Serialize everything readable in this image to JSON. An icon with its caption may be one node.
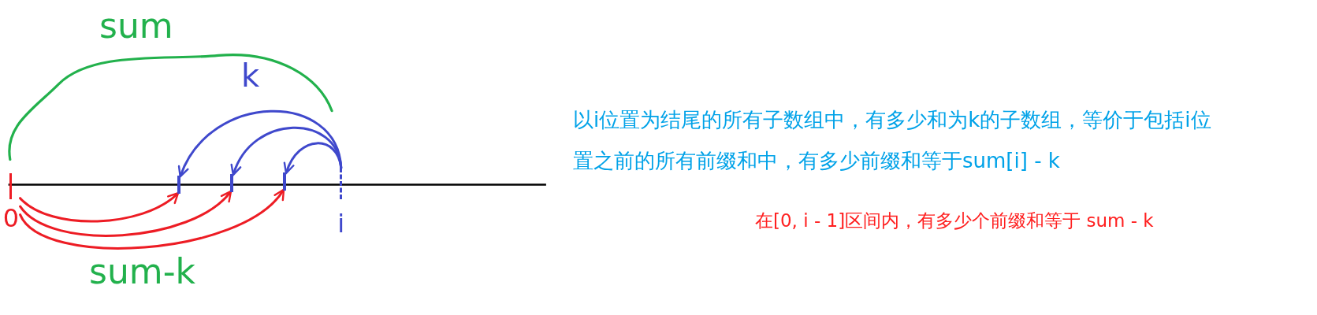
{
  "diagram": {
    "nodes": [
      {
        "text": [
          "0"
        ]
      },
      {
        "text": [
          "i"
        ]
      },
      {
        "text": [],
        "shape": "bar"
      },
      {
        "text": [],
        "shape": "bar"
      },
      {
        "text": [],
        "shape": "bar"
      }
    ],
    "edges": [
      {
        "from": 0,
        "to": 2,
        "arrow": "to",
        "color": "#ed1c24"
      },
      {
        "from": 0,
        "to": 3,
        "arrow": "to",
        "color": "#ed1c24"
      },
      {
        "from": 0,
        "to": 4,
        "arrow": "to",
        "color": "#ed1c24"
      },
      {
        "from": 1,
        "to": 4,
        "arrow": "to",
        "color": "#3f48cc"
      },
      {
        "from": 1,
        "to": 3,
        "arrow": "to",
        "color": "#3f48cc"
      },
      {
        "from": 1,
        "to": 2,
        "arrow": "to",
        "color": "#3f48cc"
      }
    ],
    "labels": [
      "sum",
      "k",
      "sum-k",
      "以i位置为结尾的所有子数组中，有多少和为k的子数组，等价于包括i位置之前的所有前缀和中，有多少前缀和等于sum[i] - k",
      "在[0, i - 1]区间内，有多少个前缀和等于 sum - k"
    ]
  }
}
